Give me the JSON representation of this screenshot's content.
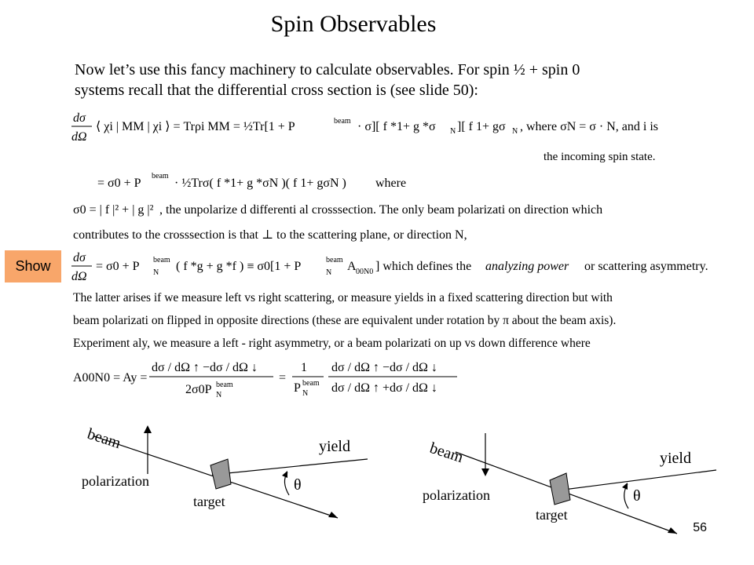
{
  "title": "Spin Observables",
  "intro": [
    "Now let’s use this fancy machinery to calculate observables.  For spin ½ + spin 0",
    "systems recall that the differential cross section is (see slide 50):"
  ],
  "eq1": {
    "rhs_a": "⟨ χi | MM | χi ⟩ = Trρi MM = ½Tr[1 + P",
    "tail": ", where σN = σ · N, and i is",
    "note": "the incoming spin state."
  },
  "eq2": {
    "line": "= σ0 + P",
    "rest": " · ½Trσ( f *1+ g *σN )( f 1+ gσN )",
    "where": "where"
  },
  "eq3": {
    "def": "σ0 = | f |² + | g |²",
    "text": ", the unpolarize d differenti al crosssection. The only beam polarizati on direction which"
  },
  "eq4": {
    "text": "contributes to the crosssection is that ⊥ to the scattering plane, or direction  N,"
  },
  "eq5": {
    "lhs": "= σ0 + P",
    "mid": "( f *g + g *f ) ≡ σ0[1 + P",
    "tail": "] which defines the ",
    "emph": "analyzing power",
    "end": " or scattering asymmetry."
  },
  "para": [
    "The latter arises if  we measure left vs right scattering, or measure yields in a fixed scattering direction but with",
    "beam polarizati on flipped in opposite directions (these are equivalent  under rotation by π about the beam axis).",
    "Experiment aly, we measure a left - right asymmetry, or a beam polarizati on up vs down difference where"
  ],
  "eq6": {
    "lhs": "A00N0 = Ay =",
    "num1": "dσ / dΩ ↑ −dσ / dΩ ↓",
    "den1": "2σ0P",
    "one": "1",
    "num2": "dσ / dΩ ↑ −dσ / dΩ ↓",
    "den2": "dσ / dΩ ↑ +dσ / dΩ ↓"
  },
  "show_button": "Show",
  "superscript_beam": "beam",
  "subscript_N": "N",
  "subscript_00N0": "00N0",
  "diagram_left": {
    "beam": "beam",
    "polarization": "polarization",
    "target": "target",
    "yield": "yield",
    "theta": "θ"
  },
  "diagram_right": {
    "beam": "beam",
    "polarization": "polarization",
    "target": "target",
    "yield": "yield",
    "theta": "θ"
  },
  "page_number": "56"
}
